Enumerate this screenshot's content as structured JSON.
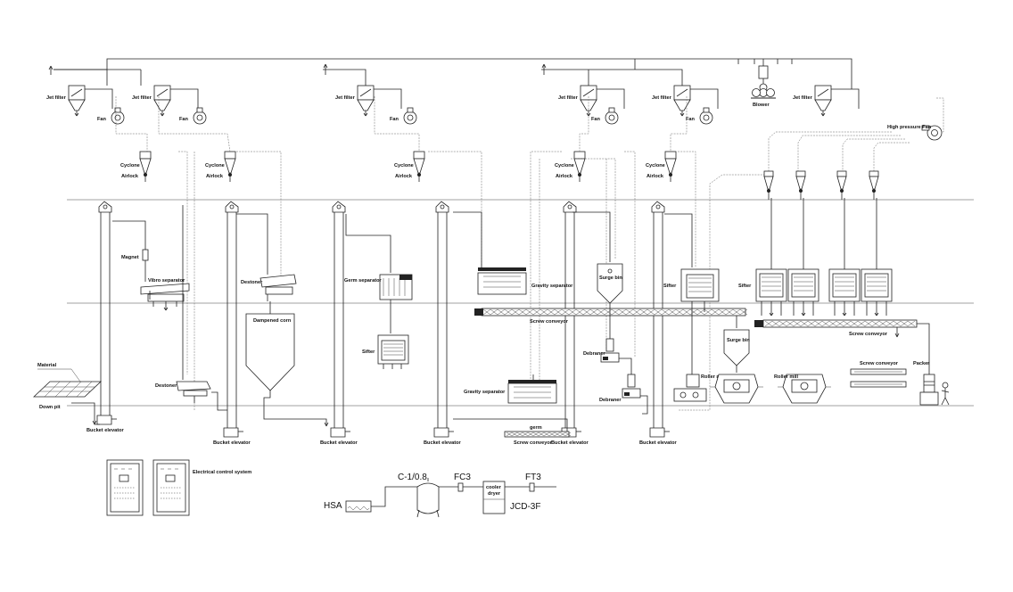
{
  "labels": {
    "jet_filter": "Jet filter",
    "fan": "Fan",
    "cyclone": "Cyclone",
    "airlock": "Airlock",
    "blower": "Blower",
    "high_pressure_fan": "High pressure Fan",
    "magnet": "Magnet",
    "vibro_separator": "Vibro separator",
    "destoner": "Destoner",
    "dampened_corn": "Dampened corn",
    "germ_separator": "Germ separator",
    "sifter": "Sifter",
    "gravity_separator": "Gravity separator",
    "surge_bin": "Surge bin",
    "screw_conveyor": "Screw conveyor",
    "debraner": "Debraner",
    "roller_mill": "Roller mill",
    "packer": "Packer",
    "material": "Material",
    "down_pit": "Down pit",
    "bucket_elevator": "Bucket elevator",
    "germ": "germ",
    "electrical_control_system": "Electrical control system"
  },
  "air_system": {
    "hsa": "HSA",
    "tank": "C-1/0.8",
    "filter_1": "FC3",
    "dryer_line1": "cooler",
    "dryer_line2": "dryer",
    "dryer_model": "JCD-3F",
    "filter_2": "FT3"
  }
}
